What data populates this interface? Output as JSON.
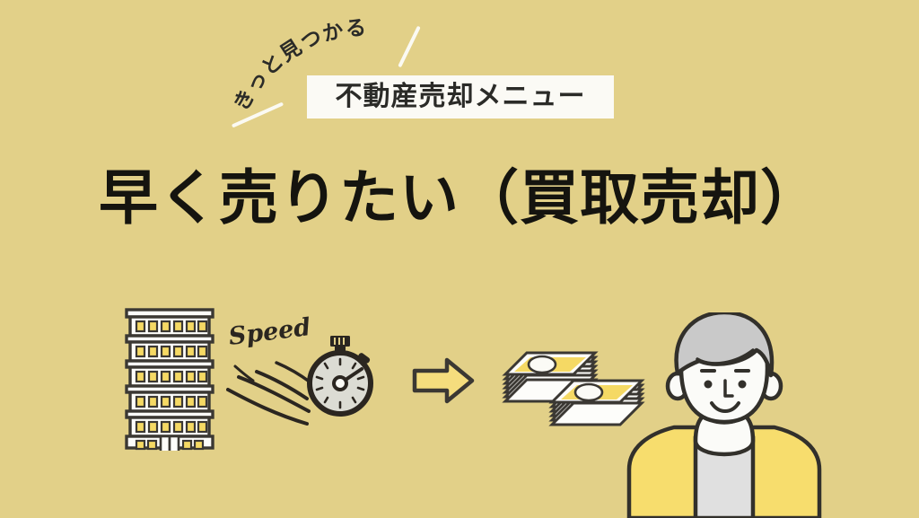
{
  "banner": {
    "background_color": "#e2d088",
    "eyebrow": {
      "text": "きっと見つかる",
      "color": "#2b2b28",
      "decoration": "white-slashes"
    },
    "plate": {
      "label": "不動産売却メニュー",
      "background_color": "#fbfaf5",
      "text_color": "#2b2b28"
    },
    "headline": {
      "text": "早く売りたい（買取売却）",
      "color": "#15140f"
    }
  },
  "illustration": {
    "building": {
      "name": "apartment-building",
      "floors": 6,
      "windows_per_floor": 6,
      "ground_floor_windows": 4,
      "doors": 2,
      "window_color": "#f5d964",
      "wall_color": "#fdfdfa",
      "outline_color": "#3b3833"
    },
    "speed": {
      "script_label": "Speed",
      "script_color": "#2b2620",
      "motion_lines": 5,
      "stopwatch": {
        "name": "stopwatch",
        "face_color": "#dcdcd4",
        "outline_color": "#2b2620",
        "tick_count": 12,
        "hand_direction": "upper-right"
      }
    },
    "arrow": {
      "name": "right-arrow",
      "fill_color": "#f5dd7d",
      "outline_color": "#3b3833",
      "direction": "right"
    },
    "money": {
      "name": "cash-stacks",
      "stack_count": 2,
      "band_color": "#f5d964",
      "bill_color": "#fdfdfa",
      "outline_color": "#3b3833"
    },
    "person": {
      "name": "smiling-person",
      "hair_color": "#c9c9c9",
      "skin_color": "#fbfbf8",
      "cardigan_color": "#f7dd6d",
      "shirt_color": "#e0e0e0",
      "outline_color": "#32302b",
      "expression": "smiling"
    }
  }
}
